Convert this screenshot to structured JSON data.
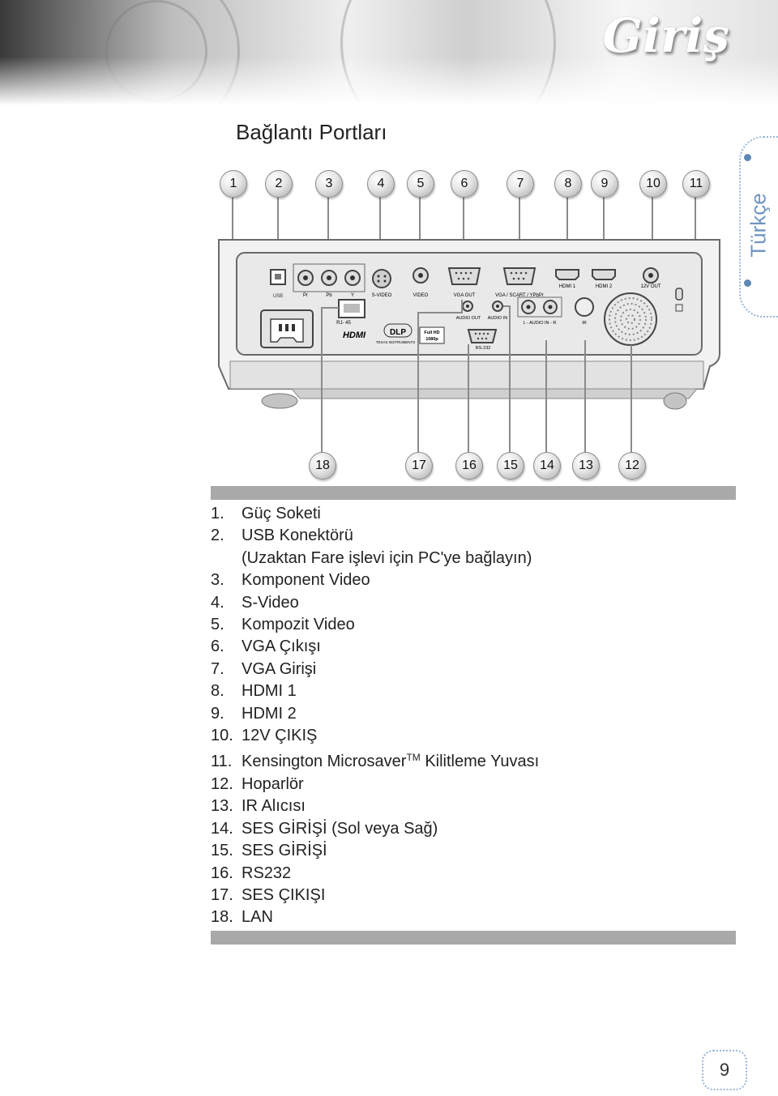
{
  "header": {
    "chapter_title": "Giriş"
  },
  "section_title": "Bağlantı Portları",
  "language_tab": "Türkçe",
  "callouts": {
    "top": [
      "1",
      "2",
      "3",
      "4",
      "5",
      "6",
      "7",
      "8",
      "9",
      "10",
      "11"
    ],
    "bottom": [
      "18",
      "17",
      "16",
      "15",
      "14",
      "13",
      "12"
    ]
  },
  "panel_labels": {
    "usb": "USB",
    "pr": "Pr",
    "pb": "Pb",
    "y": "Y",
    "svideo": "S-VIDEO",
    "video": "VIDEO",
    "vga_out": "VGA OUT",
    "vga_in": "VGA / SCART / YPbPr",
    "hdmi1": "HDMI 1",
    "hdmi2": "HDMI 2",
    "out12v": "12V OUT",
    "rj45": "RJ- 45",
    "audio_out": "AUDIO OUT",
    "audio_in": "AUDIO IN",
    "laudio": "L - AUDIO IN - R",
    "ir": "IR",
    "rs232": "RS-232",
    "fullhd_1": "Full HD",
    "fullhd_2": "1080p",
    "hdmi_logo": "HDMI",
    "dlp_logo": "DLP",
    "ti_logo": "TEXAS INSTRUMENTS"
  },
  "legend": [
    {
      "num": "1.",
      "text": "Güç Soketi"
    },
    {
      "num": "2.",
      "text": "USB Konektörü",
      "cont": "(Uzaktan Fare işlevi için PC'ye bağlayın)"
    },
    {
      "num": "3.",
      "text": "Komponent Video"
    },
    {
      "num": "4.",
      "text": "S-Video"
    },
    {
      "num": "5.",
      "text": "Kompozit Video"
    },
    {
      "num": "6.",
      "text": "VGA Çıkışı"
    },
    {
      "num": "7.",
      "text": "VGA Girişi"
    },
    {
      "num": "8.",
      "text": "HDMI 1"
    },
    {
      "num": "9.",
      "text": "HDMI 2"
    },
    {
      "num": "10.",
      "text": "12V ÇIKIŞ"
    },
    {
      "num": "11.",
      "text": "Kensington Microsaver",
      "sup": "TM",
      "text_after": " Kilitleme Yuvası"
    },
    {
      "num": "12.",
      "text": "Hoparlör"
    },
    {
      "num": "13.",
      "text": "IR Alıcısı"
    },
    {
      "num": "14.",
      "text": "SES GİRİŞİ (Sol veya Sağ)"
    },
    {
      "num": "15.",
      "text": "SES GİRİŞİ"
    },
    {
      "num": "16.",
      "text": "RS232"
    },
    {
      "num": "17.",
      "text": "SES ÇIKIŞI"
    },
    {
      "num": "18.",
      "text": "LAN"
    }
  ],
  "page_number": "9"
}
